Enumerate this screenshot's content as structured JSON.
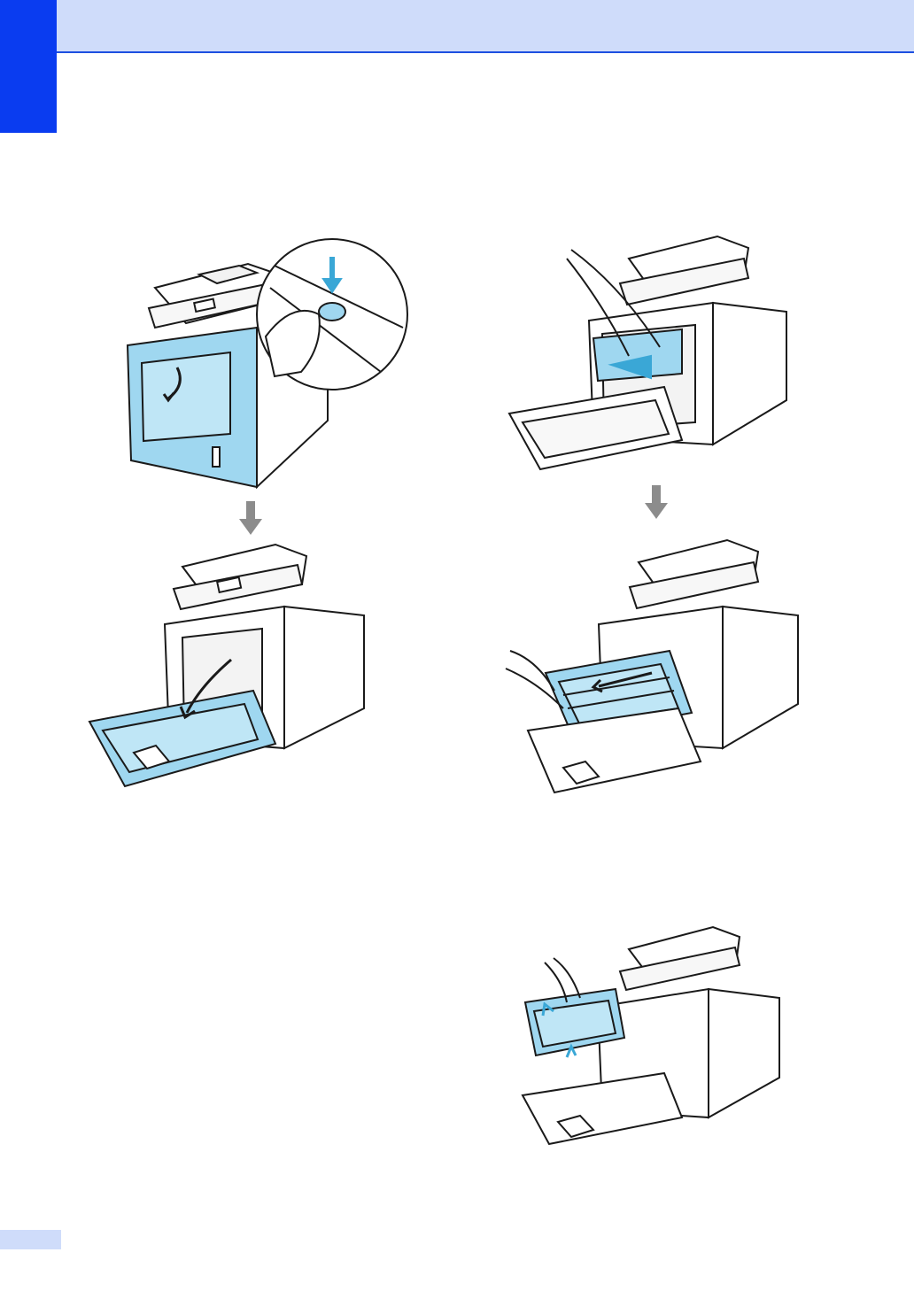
{
  "page": {
    "colors": {
      "header_band": "#cfdcfa",
      "header_rule": "#1d4fe0",
      "chapter_tab": "#0a3cf0",
      "highlight": "#9fd7f0",
      "highlight_dark": "#3aa7d6",
      "arrow_gray": "#8c8c8c",
      "line": "#1a1a1a"
    },
    "illustrations": [
      {
        "name": "press-front-cover-release",
        "icon": "printer-icon"
      },
      {
        "name": "open-front-cover",
        "icon": "printer-icon"
      },
      {
        "name": "unlock-drum-lever",
        "icon": "printer-icon"
      },
      {
        "name": "pull-out-drum-unit",
        "icon": "printer-icon"
      },
      {
        "name": "lift-out-drum-unit",
        "icon": "printer-icon"
      }
    ],
    "step_arrows": [
      "arrow-down-icon",
      "arrow-down-icon"
    ]
  }
}
